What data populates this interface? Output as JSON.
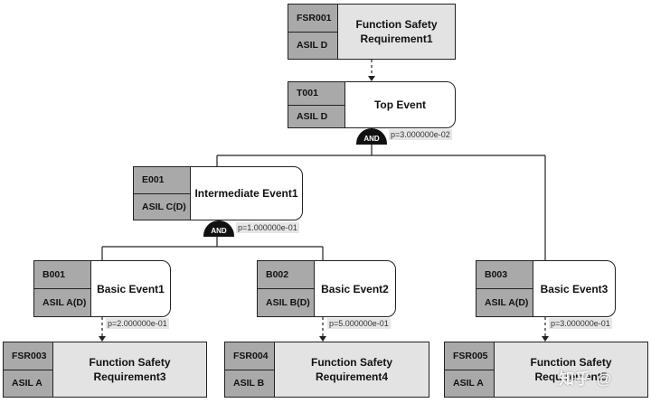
{
  "nodes": {
    "fsr001": {
      "id": "FSR001",
      "asil": "ASIL D",
      "title": "Function Safety Requirement1"
    },
    "t001": {
      "id": "T001",
      "asil": "ASIL D",
      "title": "Top Event"
    },
    "e001": {
      "id": "E001",
      "asil": "ASIL C(D)",
      "title": "Intermediate Event1"
    },
    "b001": {
      "id": "B001",
      "asil": "ASIL A(D)",
      "title": "Basic Event1"
    },
    "b002": {
      "id": "B002",
      "asil": "ASIL B(D)",
      "title": "Basic Event2"
    },
    "b003": {
      "id": "B003",
      "asil": "ASIL A(D)",
      "title": "Basic Event3"
    },
    "fsr003": {
      "id": "FSR003",
      "asil": "ASIL A",
      "title": "Function Safety Requirement3"
    },
    "fsr004": {
      "id": "FSR004",
      "asil": "ASIL B",
      "title": "Function Safety Requirement4"
    },
    "fsr005": {
      "id": "FSR005",
      "asil": "ASIL A",
      "title": "Function Safety Requirement5"
    }
  },
  "gates": {
    "top": "AND",
    "intermediate": "AND"
  },
  "probabilities": {
    "top": "p=3.000000e-02",
    "intermediate": "p=1.000000e-01",
    "b001": "p=2.000000e-01",
    "b002": "p=5.000000e-01",
    "b003": "p=3.000000e-01"
  },
  "watermark": "知乎 @"
}
